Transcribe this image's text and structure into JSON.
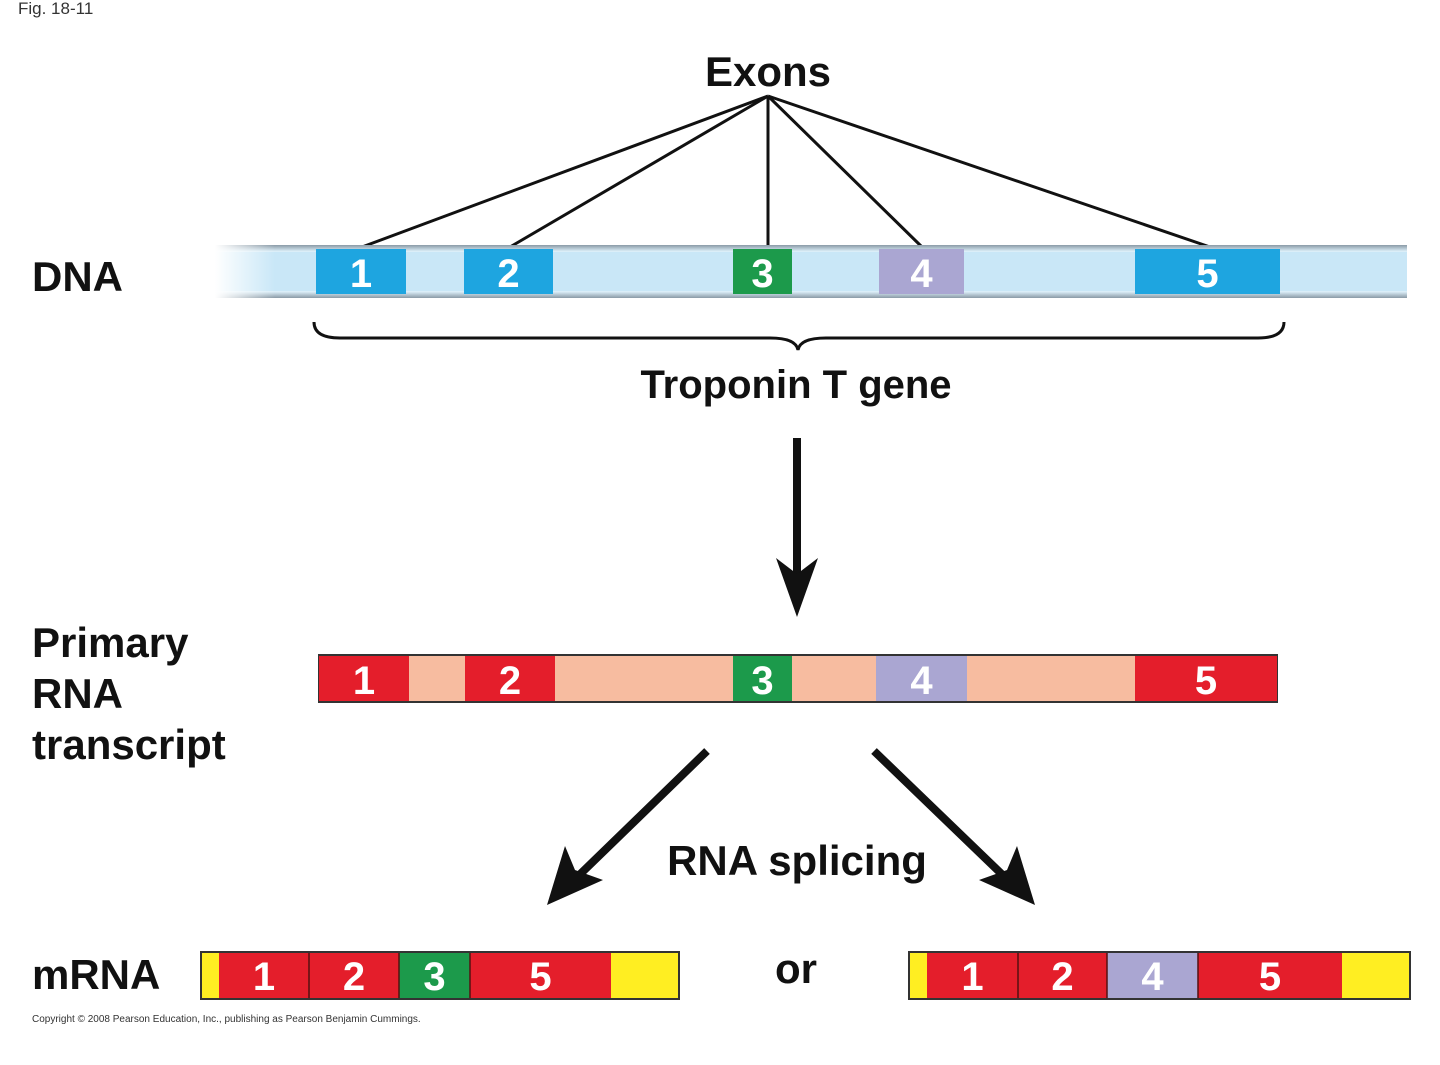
{
  "figure": {
    "fig_label": "Fig. 18-11",
    "copyright": "Copyright © 2008 Pearson Education, Inc., publishing as Pearson Benjamin Cummings."
  },
  "labels": {
    "exons": "Exons",
    "dna": "DNA",
    "gene": "Troponin T gene",
    "primary_line1": "Primary",
    "primary_line2": "RNA",
    "primary_line3": "transcript",
    "splicing": "RNA splicing",
    "mrna": "mRNA",
    "or": "or"
  },
  "exons": [
    "1",
    "2",
    "3",
    "4",
    "5"
  ],
  "colors": {
    "dna_intron": "#c8e6f6",
    "dna_exon": "#1ea5e0",
    "rna_intron": "#f7bca0",
    "rna_exon": "#e41e2b",
    "exon3": "#1c9a4b",
    "exon4": "#aaa6d2",
    "utr": "#ffee22",
    "outline": "#333333"
  },
  "mrna_variants": [
    {
      "exons": [
        "1",
        "2",
        "3",
        "5"
      ]
    },
    {
      "exons": [
        "1",
        "2",
        "4",
        "5"
      ]
    }
  ]
}
